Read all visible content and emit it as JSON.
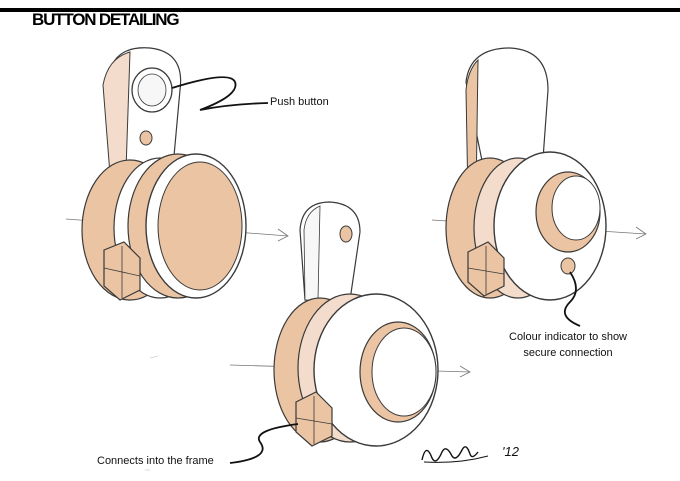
{
  "title": "BUTTON DETAILING",
  "annotations": {
    "push_button": "Push button",
    "colour_indicator_line1": "Colour indicator to show",
    "colour_indicator_line2": "secure connection",
    "connects": "Connects into the frame"
  },
  "signature_year": "'12",
  "colors": {
    "ink": "#3a3a3a",
    "marker_tan": "#ebc4a3",
    "marker_light": "#f3dccb",
    "shadow": "#d9d9d9"
  }
}
